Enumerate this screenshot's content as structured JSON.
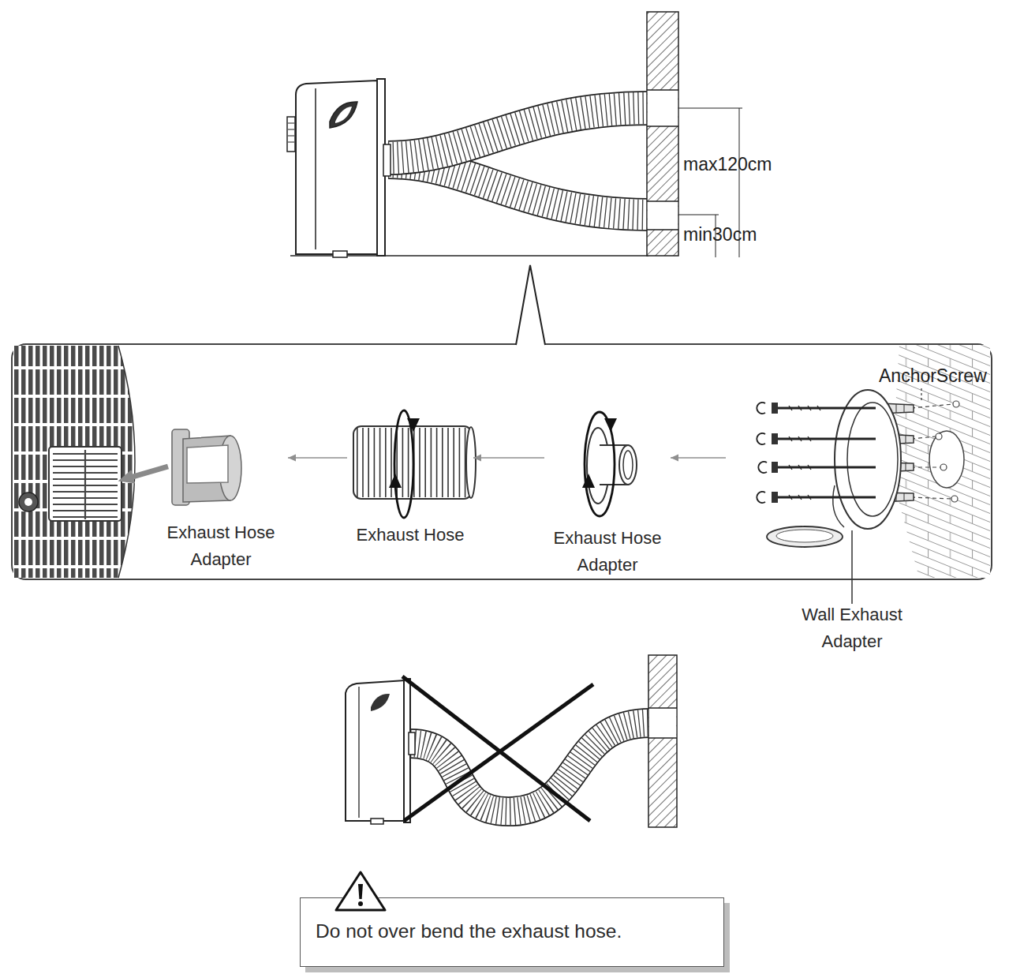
{
  "diagram": {
    "nodes": [
      {
        "text": [
          "Exhaust Hose Adapter"
        ]
      },
      {
        "text": [
          "Exhaust Hose"
        ]
      },
      {
        "text": [
          "Exhaust Hose Adapter"
        ]
      },
      {
        "text": [
          "Wall Exhaust Adapter"
        ]
      },
      {
        "text": [
          "Do not over bend the exhaust hose."
        ]
      }
    ],
    "edges": [
      {
        "from": 3,
        "to": 2,
        "arrow": "to"
      },
      {
        "from": 2,
        "to": 1,
        "arrow": "to"
      },
      {
        "from": 1,
        "to": 0,
        "arrow": "to"
      }
    ],
    "labels": [
      "max120cm",
      "min30cm",
      "AnchorScrew"
    ]
  }
}
